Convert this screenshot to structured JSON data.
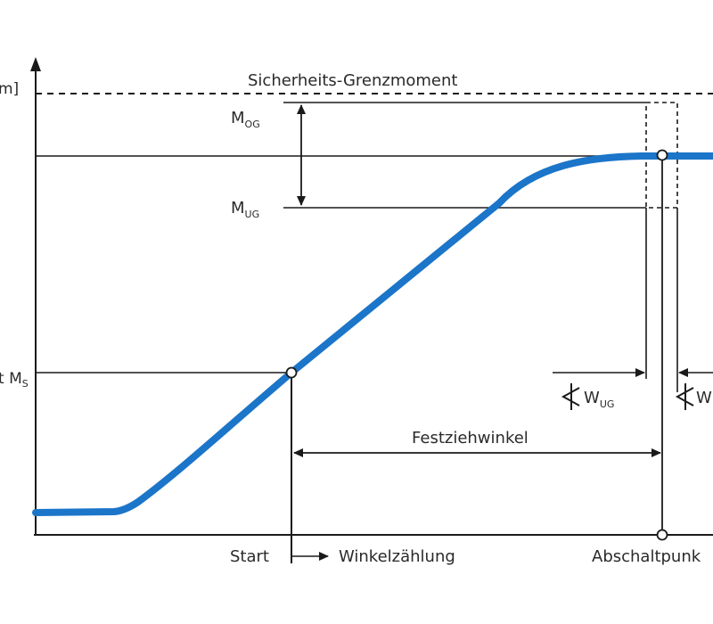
{
  "diagram": {
    "y_axis_label": "m]",
    "safety_limit_label": "Sicherheits-Grenzmoment",
    "upper_limit": {
      "main": "M",
      "sub": "OG"
    },
    "lower_limit": {
      "main": "M",
      "sub": "UG"
    },
    "threshold_moment": {
      "main": "t M",
      "sub": "S"
    },
    "angle_lower": {
      "main": "W",
      "sub": "UG"
    },
    "angle_upper": {
      "main": "W"
    },
    "tightening_angle_label": "Festziehwinkel",
    "start_label": "Start",
    "angle_counting_label": "Winkelzählung",
    "shutoff_label": "Abschaltpunk",
    "colors": {
      "curve": "#1b75c9",
      "lines": "#1a1a1a",
      "text": "#2a2a2a"
    }
  }
}
